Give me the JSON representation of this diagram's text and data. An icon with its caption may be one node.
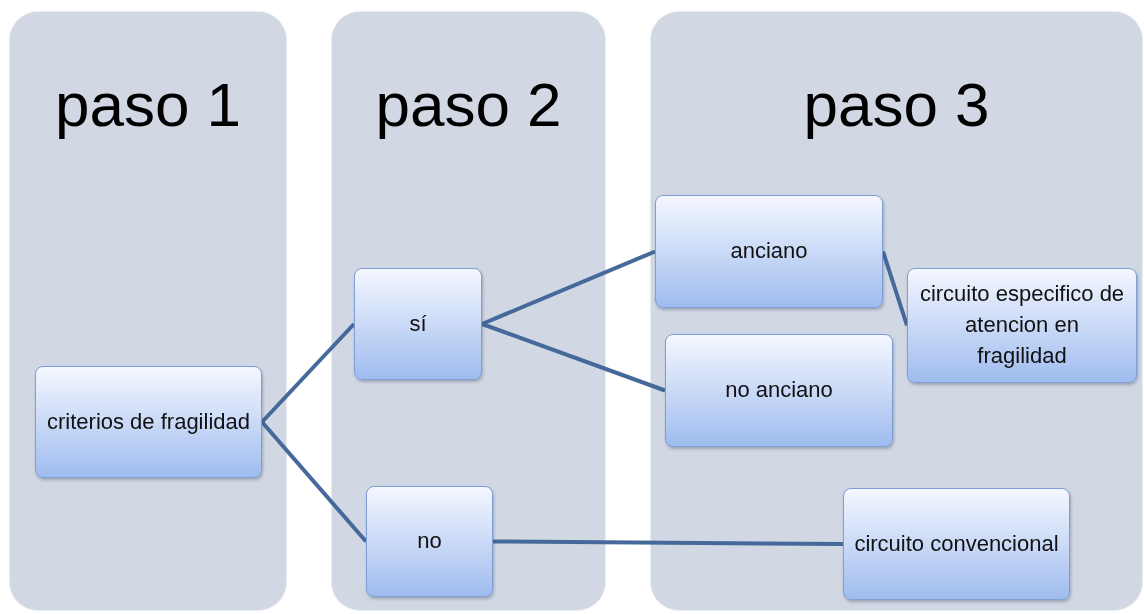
{
  "diagram": {
    "nodes": [
      {
        "text": [
          "paso 1"
        ]
      },
      {
        "text": [
          "paso 2"
        ]
      },
      {
        "text": [
          "paso 3"
        ]
      },
      {
        "text": [
          "criterios de fragilidad"
        ],
        "in": 0
      },
      {
        "text": [
          "sí"
        ],
        "in": 1
      },
      {
        "text": [
          "no"
        ],
        "in": 1
      },
      {
        "text": [
          "anciano"
        ],
        "in": 2
      },
      {
        "text": [
          "circuito especifico de atencion en fragilidad"
        ],
        "in": 2
      },
      {
        "text": [
          "no anciano"
        ],
        "in": 2
      },
      {
        "text": [
          "circuito convencional"
        ],
        "in": 2
      }
    ],
    "edges": [
      {
        "from": 3,
        "to": 4,
        "arrow": "none"
      },
      {
        "from": 3,
        "to": 5,
        "arrow": "none"
      },
      {
        "from": 4,
        "to": 6,
        "arrow": "none"
      },
      {
        "from": 4,
        "to": 8,
        "arrow": "none"
      },
      {
        "from": 6,
        "to": 7,
        "arrow": "none"
      },
      {
        "from": 5,
        "to": 9,
        "arrow": "none"
      }
    ]
  }
}
